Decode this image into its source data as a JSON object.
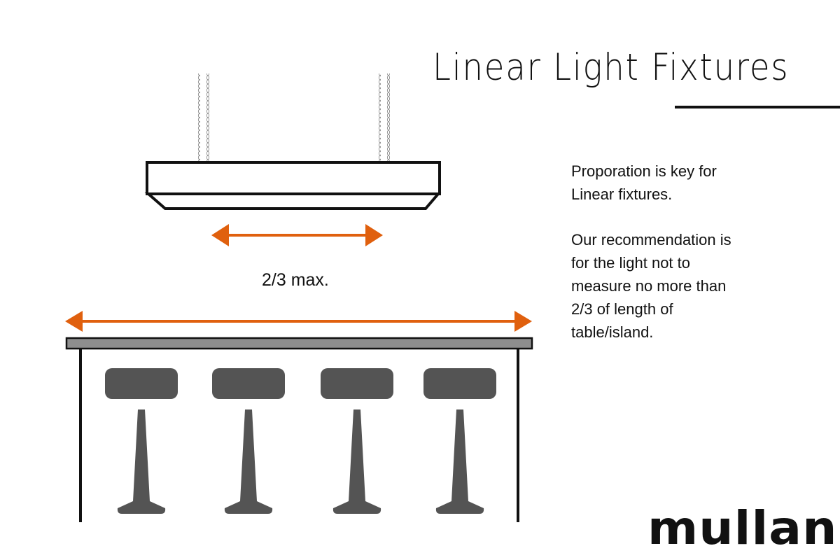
{
  "title": "Linear Light Fixtures",
  "dimension_label": "2/3 max.",
  "note": {
    "paragraph_1": "Proporation is key for Linear fixtures.",
    "paragraph_2": "Our recommendation is for the light not to measure no more than 2/3 of length of table/island."
  },
  "brand": "mullan",
  "colors": {
    "arrow": "#e0600e",
    "ink": "#111111",
    "stool": "#545454",
    "counter_top": "#8e8e8e",
    "chain": "#888888"
  },
  "stool_count": 4
}
